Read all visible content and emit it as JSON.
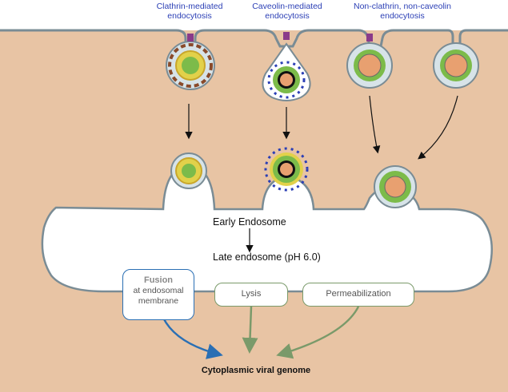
{
  "diagram": {
    "pathways": [
      {
        "label": "Clathrin-mediated\nendocytosis"
      },
      {
        "label": "Caveolin-mediated\nendocytosis"
      },
      {
        "label": "Non-clathrin, non-caveolin\nendocytosis"
      }
    ],
    "compartments": {
      "early": "Early Endosome",
      "late": "Late endosome (pH 6.0)"
    },
    "escape": {
      "fusion_title": "Fusion",
      "fusion_text": "at endosomal membrane",
      "lysis": "Lysis",
      "permeabilization": "Permeabilization"
    },
    "result": "Cytoplasmic viral genome",
    "colors": {
      "cytoplasm": "#e8c4a4",
      "membrane": "#7a8c95",
      "capsid_green": "#7cbb4a",
      "clathrin_brown": "#8a4a2a",
      "caveolin_blue": "#2b3fb5",
      "coat_yellow": "#e2d14a",
      "fusion_arrow": "#2a6fb4",
      "lysis_arrow": "#7a9a6a"
    }
  }
}
